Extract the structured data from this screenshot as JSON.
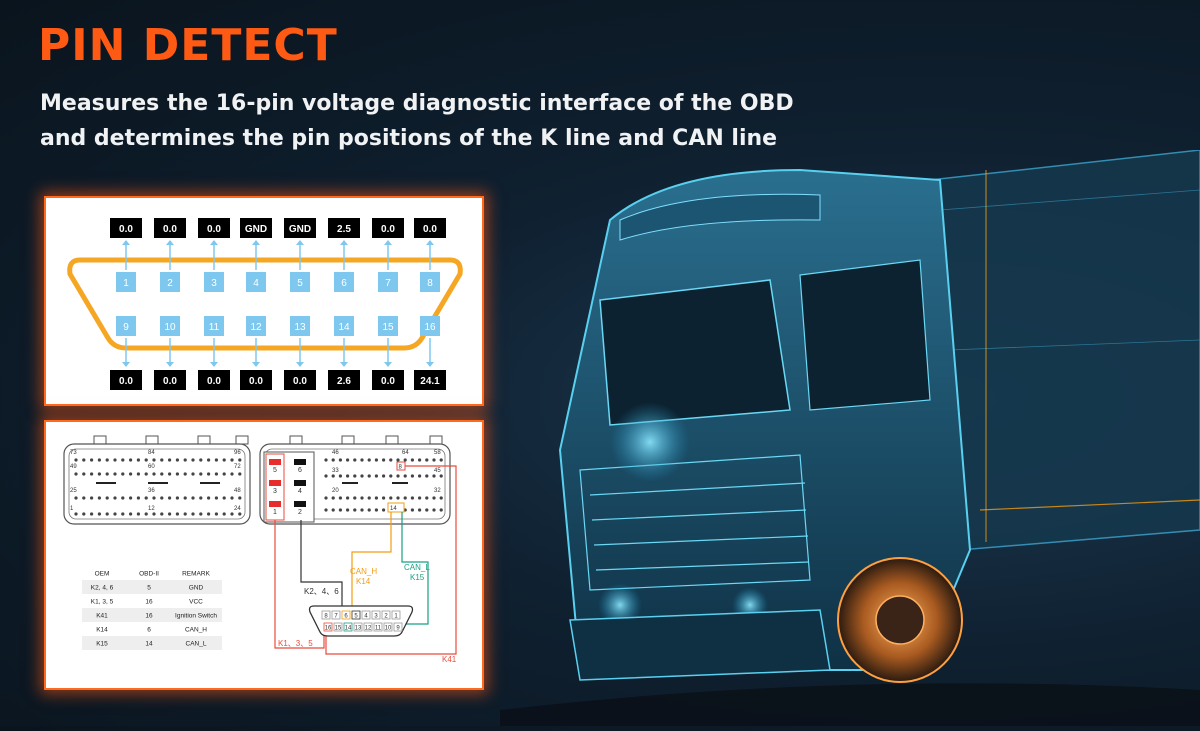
{
  "header": {
    "title": "PIN DETECT",
    "subtitle_line1": "Measures the 16-pin voltage diagnostic interface of the OBD",
    "subtitle_line2": "and determines the pin positions of the K line and CAN line"
  },
  "colors": {
    "title": "#FF5A14",
    "panel_border": "#FF6A1E",
    "connector_outline": "#F5A623",
    "pin_fill": "#7EC8F0",
    "wire_red": "#E84C3D",
    "wire_orange": "#F39C12",
    "wire_teal": "#16A085",
    "wire_dark": "#333333"
  },
  "obd_connector": {
    "top_voltages": [
      "0.0",
      "0.0",
      "0.0",
      "GND",
      "GND",
      "2.5",
      "0.0",
      "0.0"
    ],
    "top_pins": [
      "1",
      "2",
      "3",
      "4",
      "5",
      "6",
      "7",
      "8"
    ],
    "bottom_pins": [
      "9",
      "10",
      "11",
      "12",
      "13",
      "14",
      "15",
      "16"
    ],
    "bottom_voltages": [
      "0.0",
      "0.0",
      "0.0",
      "0.0",
      "0.0",
      "2.6",
      "0.0",
      "24.1"
    ]
  },
  "ecu_diagram": {
    "left_block_numbers": [
      "73",
      "84",
      "96",
      "49",
      "60",
      "72",
      "25",
      "36",
      "48",
      "1",
      "12",
      "24"
    ],
    "right_block_numbers": [
      "46",
      "64",
      "58",
      "33",
      "45",
      "20",
      "32"
    ],
    "right_block_pin": "8",
    "right_block_pin_bottom": "14",
    "relay_numbers": [
      "5",
      "6",
      "3",
      "4",
      "1",
      "2"
    ],
    "wire_labels": {
      "k246": "K2、4、6",
      "k135": "K1、3、5",
      "can_h": "CAN_H",
      "k14": "K14",
      "can_l": "CAN_L",
      "k15": "K15",
      "k41": "K41"
    },
    "obd_mini_top": [
      "8",
      "7",
      "6",
      "5",
      "4",
      "3",
      "2",
      "1"
    ],
    "obd_mini_bottom": [
      "16",
      "15",
      "14",
      "13",
      "12",
      "11",
      "10",
      "9"
    ]
  },
  "pin_table": {
    "headers": [
      "OEM",
      "OBD-II",
      "REMARK"
    ],
    "rows": [
      [
        "K2, 4, 6",
        "5",
        "GND"
      ],
      [
        "K1, 3, 5",
        "16",
        "VCC"
      ],
      [
        "K41",
        "16",
        "Ignition Switch"
      ],
      [
        "K14",
        "6",
        "CAN_H"
      ],
      [
        "K15",
        "14",
        "CAN_L"
      ]
    ]
  },
  "icons": {
    "truck": "semi-truck-illustration"
  }
}
